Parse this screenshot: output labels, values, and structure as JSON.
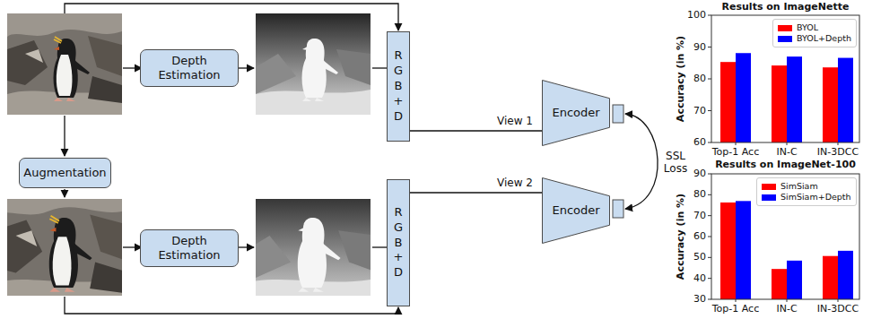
{
  "diagram": {
    "nodes": [
      {
        "text": [
          "Depth Estimation"
        ]
      },
      {
        "text": [
          "R G B + D"
        ]
      },
      {
        "text": [
          "Encoder"
        ]
      },
      {
        "text": [
          "Augmentation"
        ]
      },
      {
        "text": [
          "Depth Estimation"
        ]
      },
      {
        "text": [
          "R G B + D"
        ]
      },
      {
        "text": [
          "Encoder"
        ]
      }
    ],
    "edges": [
      {
        "from": 1,
        "to": 2,
        "arrow": "none",
        "label": "View 1"
      },
      {
        "from": 5,
        "to": 6,
        "arrow": "none",
        "label": "View 2"
      }
    ],
    "labels": [
      "SSL Loss",
      "Results on ImageNette",
      "Accuracy (in %)",
      "100",
      "90",
      "80",
      "70",
      "60",
      "Top-1 Acc",
      "IN-C",
      "IN-3DCC",
      "Results on ImageNet-100",
      "Accuracy (in %)",
      "90",
      "80",
      "70",
      "60",
      "50",
      "40",
      "30",
      "Top-1 Acc",
      "IN-C",
      "IN-3DCC"
    ],
    "legend": [
      {
        "text": "BYOL",
        "color": "#ff0000"
      },
      {
        "text": "BYOL+Depth",
        "color": "#0000ff"
      },
      {
        "text": "SimSiam",
        "color": "#ff0000"
      },
      {
        "text": "SimSiam+Depth",
        "color": "#0000ff"
      }
    ]
  }
}
